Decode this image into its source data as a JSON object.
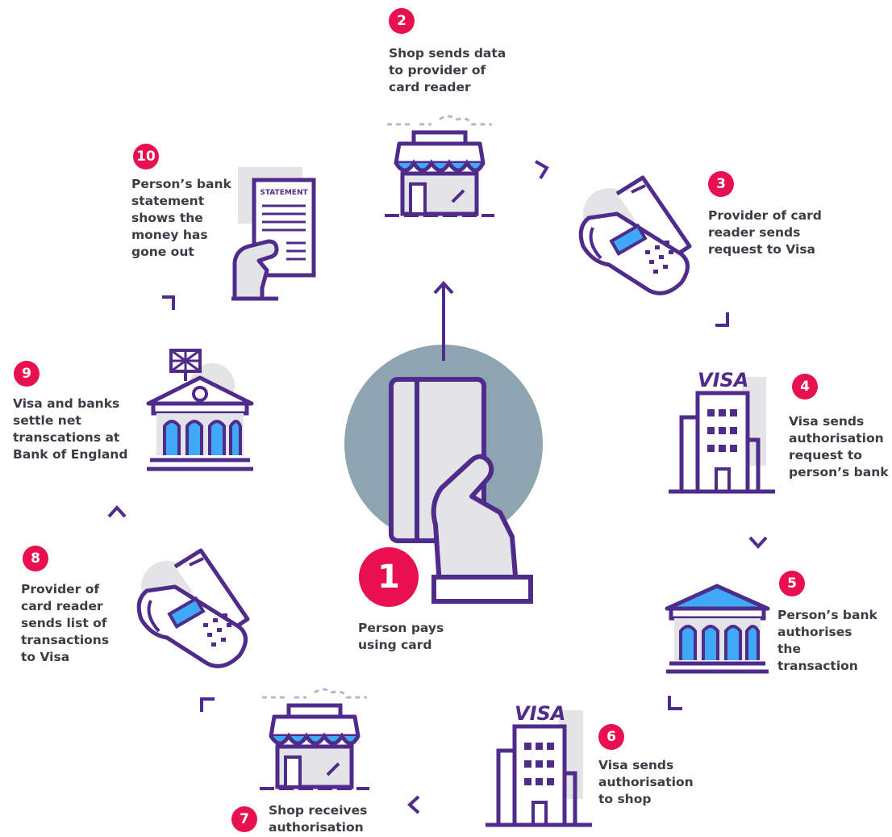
{
  "colors": {
    "accent": "#e8104f",
    "stroke": "#4f2b8c",
    "light_blue": "#3fa9f5",
    "grey": "#e4e4e6",
    "circle": "#8ea4b0",
    "text": "#3c3c46"
  },
  "steps": [
    {
      "num": "1",
      "text": "Person pays\nusing card",
      "icon": "hand-card-icon"
    },
    {
      "num": "2",
      "text": "Shop sends data\nto provider of\ncard reader",
      "icon": "shop-icon"
    },
    {
      "num": "3",
      "text": "Provider of card\nreader sends\nrequest to Visa",
      "icon": "card-reader-icon"
    },
    {
      "num": "4",
      "text": "Visa sends\nauthorisation\nrequest to\nperson’s bank",
      "icon": "visa-building-icon"
    },
    {
      "num": "5",
      "text": "Person’s bank\nauthorises\nthe\ntransaction",
      "icon": "bank-icon"
    },
    {
      "num": "6",
      "text": "Visa sends\nauthorisation\nto shop",
      "icon": "visa-building-icon"
    },
    {
      "num": "7",
      "text": "Shop receives\nauthorisation",
      "icon": "shop-icon"
    },
    {
      "num": "8",
      "text": "Provider of\ncard reader\nsends list of\ntransactions\nto Visa",
      "icon": "card-reader-icon"
    },
    {
      "num": "9",
      "text": "Visa and banks\nsettle net\ntranscations at\nBank of England",
      "icon": "bank-of-england-icon"
    },
    {
      "num": "10",
      "text": "Person’s bank\nstatement\nshows the\nmoney has\ngone out",
      "icon": "statement-icon"
    }
  ],
  "icon_labels": {
    "visa": "VISA",
    "statement": "STATEMENT"
  }
}
